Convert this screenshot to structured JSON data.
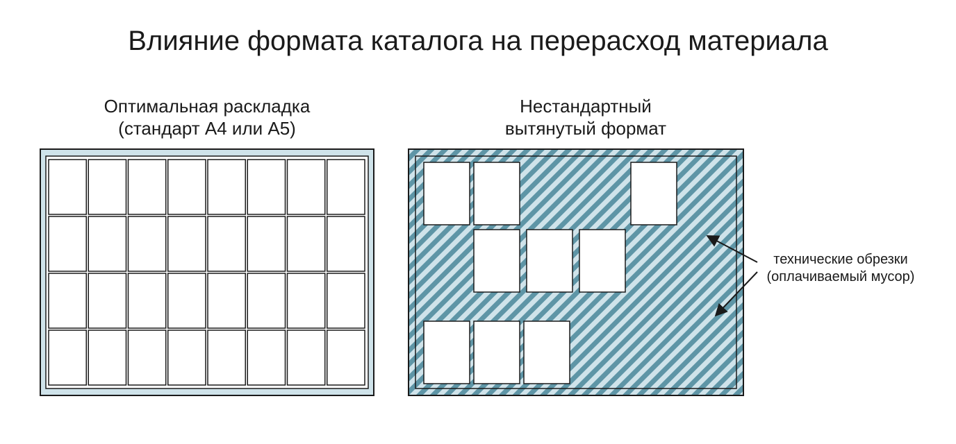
{
  "title": "Влияние формата каталога на перерасход материала",
  "left_panel": {
    "title_line1": "Оптимальная раскладка",
    "title_line2": "(стандарт А4 или А5)",
    "grid_rows": 4,
    "grid_cols": 8
  },
  "right_panel": {
    "title_line1": "Нестандартный",
    "title_line2": "вытянутый формат",
    "page_count": 9
  },
  "annotation": {
    "line1": "технические обрезки",
    "line2": "(оплачиваемый мусор)"
  },
  "colors": {
    "sheet_fill": "#cfe3ea",
    "stripe": "#5e95a6",
    "outline": "#1a1a1a",
    "page_fill": "#ffffff"
  }
}
